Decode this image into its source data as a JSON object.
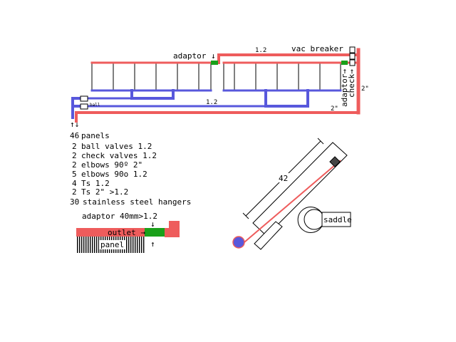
{
  "labels": {
    "adaptor_top": "adaptor ↓",
    "top_pipe_size": "1.2",
    "vac_breaker": "vac breaker",
    "middle_pipe_size": "1.2",
    "bottom_pipe_size": "2\"",
    "right_pipe_size": "2\"",
    "adaptor_vertical": "adaptor→",
    "check_vertical": "check→",
    "ball": "ball",
    "flow_arrows": "↑↓"
  },
  "parts_list": [
    {
      "qty": "46",
      "item": "panels"
    },
    {
      "qty": "2",
      "item": "ball valves 1.2"
    },
    {
      "qty": "2",
      "item": "check valves 1.2"
    },
    {
      "qty": "2",
      "item": "elbows 90º 2\""
    },
    {
      "qty": "5",
      "item": "elbows 90o 1.2"
    },
    {
      "qty": "4",
      "item": "Ts 1.2"
    },
    {
      "qty": "2",
      "item": "Ts 2\" >1.2"
    },
    {
      "qty": "30",
      "item": "stainless steel hangers"
    }
  ],
  "adaptor_detail": {
    "title": "adaptor 40mm>1.2",
    "outlet": "outlet →",
    "panel": "panel",
    "arrow_down": "↓",
    "arrow_up": "↑"
  },
  "side_view": {
    "length": "42",
    "saddle": "saddle"
  },
  "colors": {
    "hot": "#ee5c5c",
    "cold": "#5858dc",
    "adaptor": "#1aa01a"
  }
}
